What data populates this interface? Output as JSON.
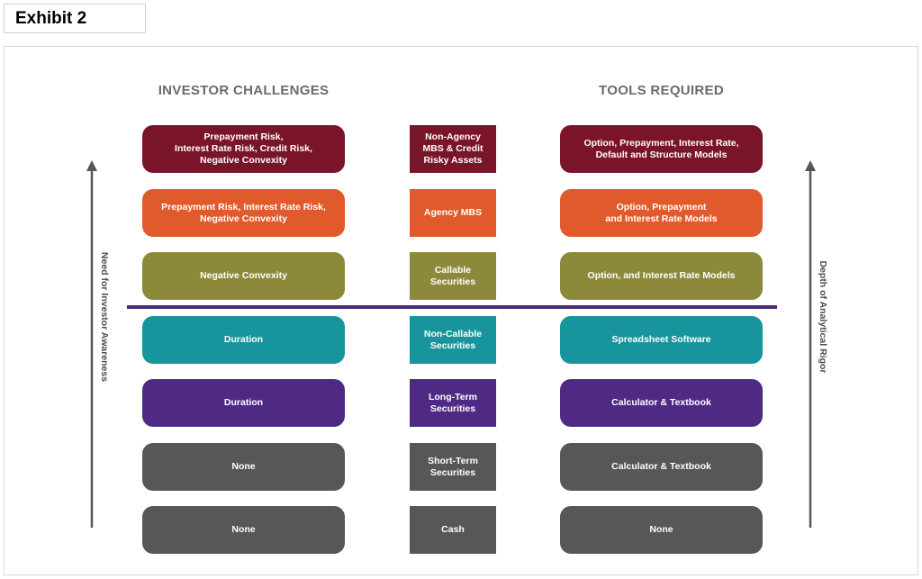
{
  "exhibit_label": "Exhibit 2",
  "headers": {
    "left": "INVESTOR CHALLENGES",
    "right": "TOOLS REQUIRED"
  },
  "axis": {
    "left_label": "Need for Investor Awareness",
    "right_label": "Depth of Analytical Rigor"
  },
  "colors": {
    "maroon": "#7a1428",
    "orange": "#e05a2b",
    "olive": "#8c8a3a",
    "teal": "#18959c",
    "purple": "#4e2a84",
    "gray": "#555759",
    "divider": "#4a2a7a"
  },
  "rows": [
    {
      "challenge": "Prepayment Risk,\nInterest Rate Risk, Credit Risk,\nNegative Convexity",
      "security": "Non-Agency\nMBS & Credit\nRisky Assets",
      "tool": "Option, Prepayment, Interest Rate,\nDefault and Structure Models",
      "color": "maroon"
    },
    {
      "challenge": "Prepayment Risk, Interest Rate Risk,\nNegative Convexity",
      "security": "Agency MBS",
      "tool": "Option, Prepayment\nand Interest Rate Models",
      "color": "orange"
    },
    {
      "challenge": "Negative Convexity",
      "security": "Callable\nSecurities",
      "tool": "Option, and Interest Rate Models",
      "color": "olive"
    },
    {
      "challenge": "Duration",
      "security": "Non-Callable\nSecurities",
      "tool": "Spreadsheet Software",
      "color": "teal"
    },
    {
      "challenge": "Duration",
      "security": "Long-Term\nSecurities",
      "tool": "Calculator & Textbook",
      "color": "purple"
    },
    {
      "challenge": "None",
      "security": "Short-Term\nSecurities",
      "tool": "Calculator & Textbook",
      "color": "gray"
    },
    {
      "challenge": "None",
      "security": "Cash",
      "tool": "None",
      "color": "gray"
    }
  ]
}
